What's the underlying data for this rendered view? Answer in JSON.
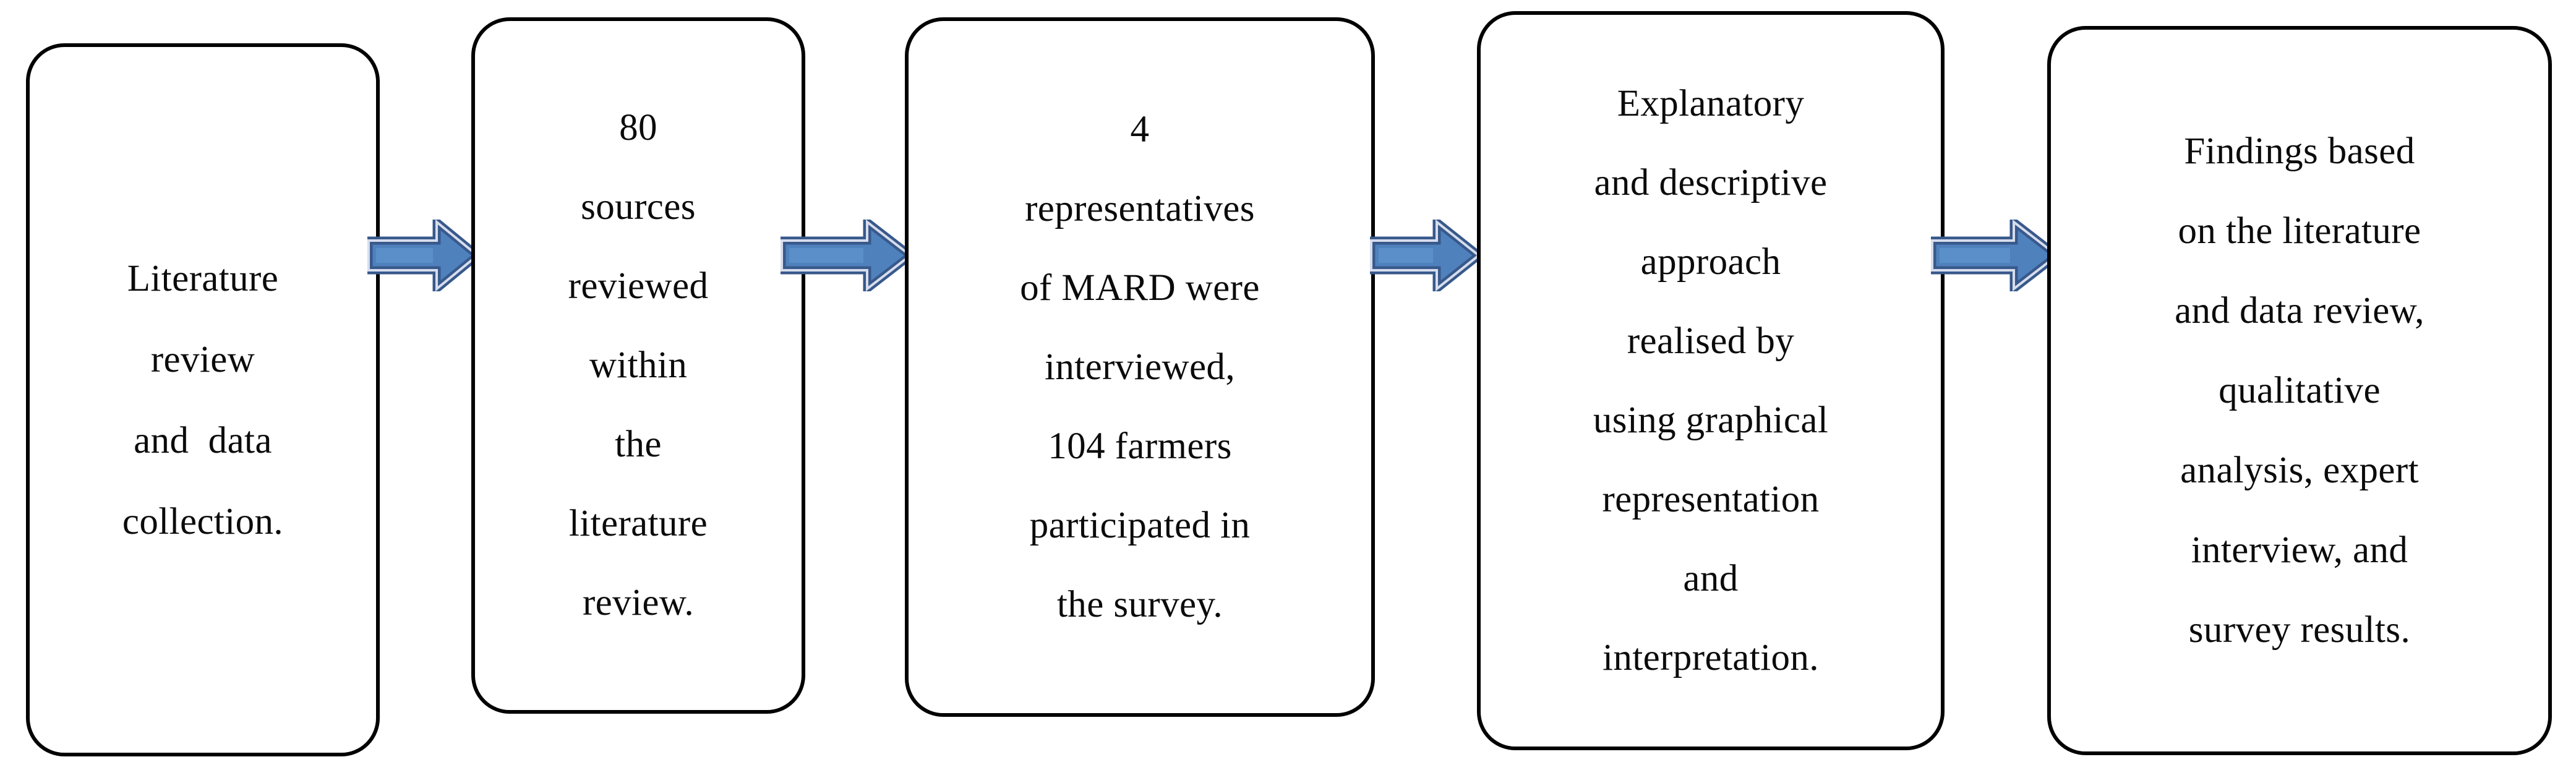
{
  "diagram": {
    "type": "left-to-right process flowchart",
    "shape": "rounded rectangle",
    "box_border_color": "#000000",
    "box_fill_color": "#ffffff",
    "text_color": "#000000",
    "arrow_fill_color": "#4f81bd",
    "arrow_border_color": "#38598b",
    "arrow_highlight_color": "#d7dded",
    "background_color": "#ffffff",
    "step_count": 5,
    "arrow_count": 4
  },
  "steps": [
    {
      "index": 1,
      "name": "literature-review-and-data-collection",
      "text": "Literature review and data collection.",
      "lines": [
        "Literature",
        "review",
        "and  data",
        "collection."
      ]
    },
    {
      "index": 2,
      "name": "sources-reviewed",
      "text": "80 sources reviewed within the literature review.",
      "lines": [
        "80",
        "sources",
        "reviewed",
        "within",
        "the",
        "literature",
        "review."
      ]
    },
    {
      "index": 3,
      "name": "interviews-and-survey",
      "text": "4 representatives of MARD were interviewed, 104 farmers participated in the survey.",
      "lines": [
        "4",
        "representatives",
        "of MARD were",
        "interviewed,",
        "104 farmers",
        "participated in",
        "the survey."
      ]
    },
    {
      "index": 4,
      "name": "explanatory-descriptive-approach",
      "text": "Explanatory and descriptive approach realised by using graphical representation and interpretation.",
      "lines": [
        "Explanatory",
        "and descriptive",
        "approach",
        "realised by",
        "using graphical",
        "representation",
        "and",
        "interpretation."
      ]
    },
    {
      "index": 5,
      "name": "findings",
      "text": "Findings based on the literature and data review, qualitative analysis, expert interview, and survey results.",
      "lines": [
        "Findings based",
        "on the literature",
        "and data review,",
        "qualitative",
        "analysis, expert",
        "interview, and",
        "survey results."
      ]
    }
  ],
  "arrows": [
    {
      "index": 1,
      "name": "arrow-step1-to-step2",
      "direction": "right"
    },
    {
      "index": 2,
      "name": "arrow-step2-to-step3",
      "direction": "right"
    },
    {
      "index": 3,
      "name": "arrow-step3-to-step4",
      "direction": "right"
    },
    {
      "index": 4,
      "name": "arrow-step4-to-step5",
      "direction": "right"
    }
  ]
}
